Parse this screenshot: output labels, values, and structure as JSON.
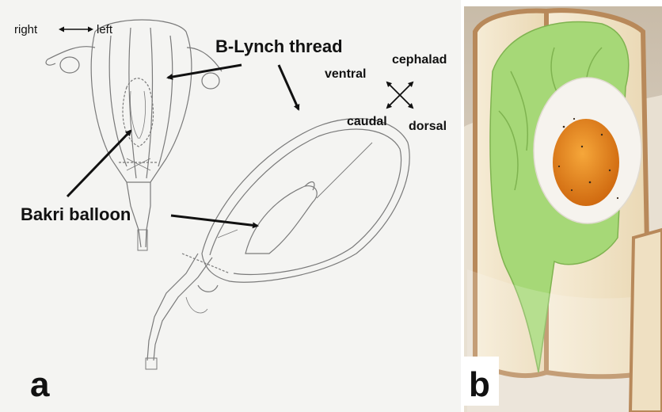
{
  "panel_a": {
    "letter": "a",
    "labels": {
      "right": "right",
      "left": "left",
      "b_lynch": "B-Lynch thread",
      "bakri": "Bakri balloon",
      "ventral": "ventral",
      "cephalad": "cephalad",
      "caudal": "caudal",
      "dorsal": "dorsal"
    }
  },
  "panel_b": {
    "letter": "b"
  },
  "colors": {
    "paper": "#f4f4f2",
    "pencil": "#7a7a7a",
    "bread": "#f3e6cc",
    "crust": "#a87445",
    "cabbage": "#9fd46e",
    "egg_white": "#f6f3ee",
    "yolk": "#e7891f"
  }
}
